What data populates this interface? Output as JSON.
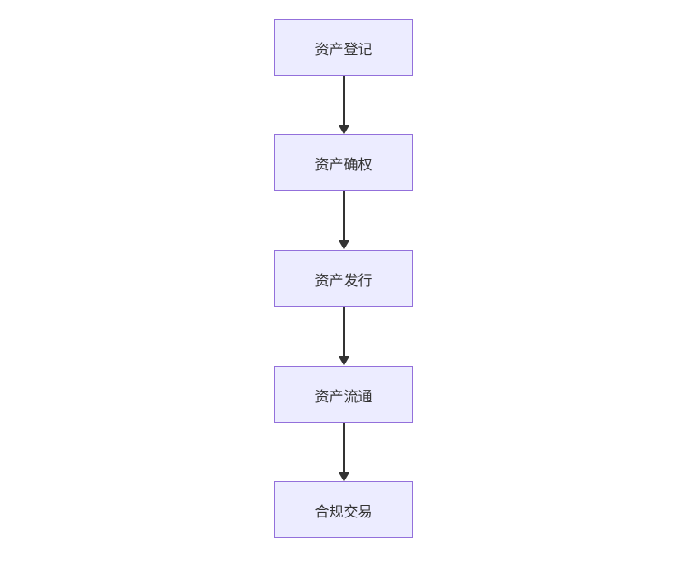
{
  "diagram": {
    "type": "flowchart",
    "direction": "top-down",
    "background_color": "#ffffff",
    "node_style": {
      "fill_color": "#ECECFF",
      "border_color": "#9370DB",
      "text_color": "#333333"
    },
    "arrow_style": {
      "line_color": "#333333",
      "head": "solid-triangle-down"
    },
    "nodes": [
      {
        "id": "asset-registration",
        "label": "资产登记"
      },
      {
        "id": "asset-confirmation",
        "label": "资产确权"
      },
      {
        "id": "asset-issuance",
        "label": "资产发行"
      },
      {
        "id": "asset-circulation",
        "label": "资产流通"
      },
      {
        "id": "compliant-trading",
        "label": "合规交易"
      }
    ],
    "edges": [
      {
        "from": "资产登记",
        "to": "资产确权"
      },
      {
        "from": "资产确权",
        "to": "资产发行"
      },
      {
        "from": "资产发行",
        "to": "资产流通"
      },
      {
        "from": "资产流通",
        "to": "合规交易"
      }
    ]
  }
}
